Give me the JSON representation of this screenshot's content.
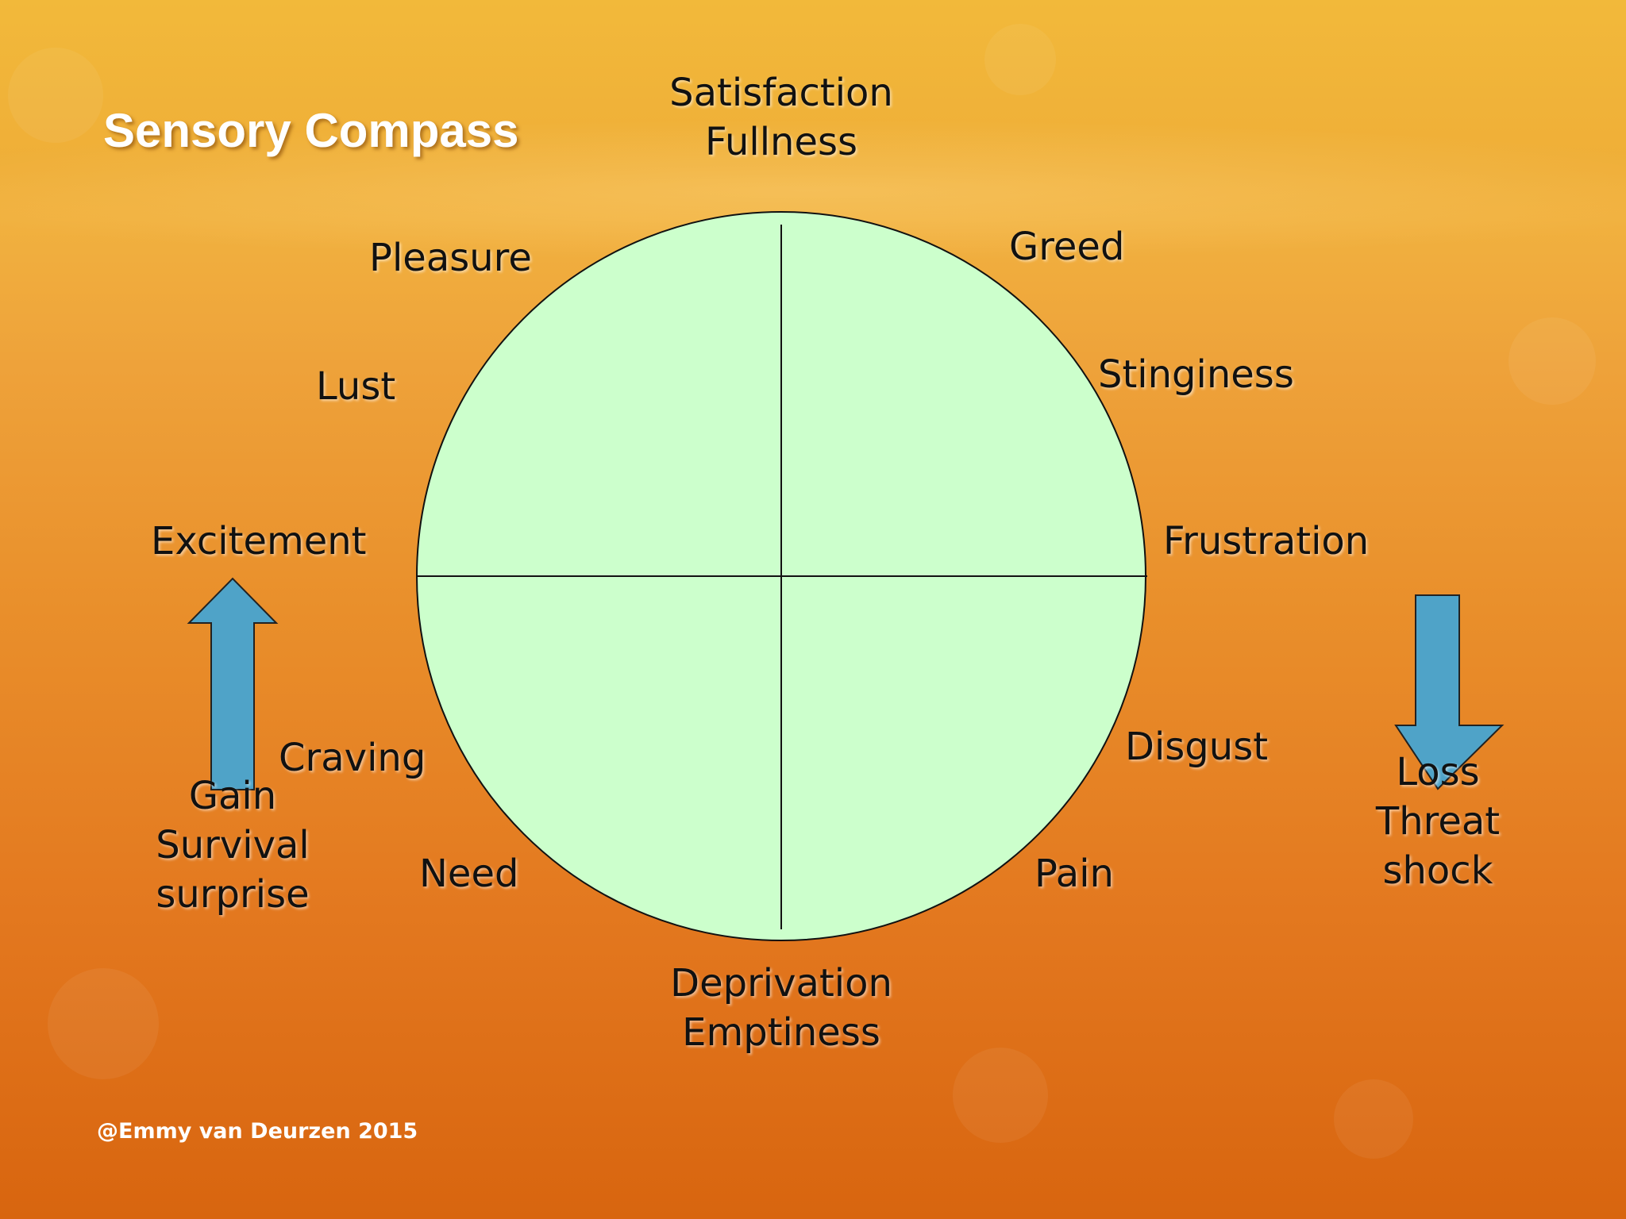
{
  "title": "Sensory Compass",
  "labels": {
    "top": [
      "Satisfaction",
      "Fullness"
    ],
    "bottom": [
      "Deprivation",
      "Emptiness"
    ],
    "pleasure": "Pleasure",
    "lust": "Lust",
    "excitement": "Excitement",
    "craving": "Craving",
    "need": "Need",
    "greed": "Greed",
    "stinginess": "Stinginess",
    "frustration": "Frustration",
    "disgust": "Disgust",
    "pain": "Pain",
    "gain": [
      "Gain",
      "Survival",
      "surprise"
    ],
    "loss": [
      "Loss",
      "Threat",
      "shock"
    ]
  },
  "footer": "@Emmy van Deurzen 2015",
  "colors": {
    "circle_fill": "#ccffcc",
    "arrow_fill": "#4fa3c8",
    "line": "#111111"
  },
  "arrows": {
    "left": "up-arrow",
    "right": "down-arrow"
  }
}
